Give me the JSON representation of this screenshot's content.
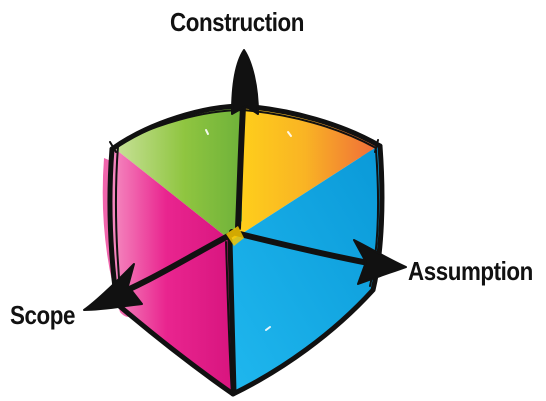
{
  "diagram": {
    "axes": {
      "vertical": "Construction",
      "right": "Assumption",
      "left": "Scope"
    },
    "colors": {
      "top_left_face": "#8cc43f",
      "top_right_face": "#f7a823",
      "left_face": "#e91e8c",
      "right_face": "#1eaee6",
      "outline": "#111111"
    }
  }
}
